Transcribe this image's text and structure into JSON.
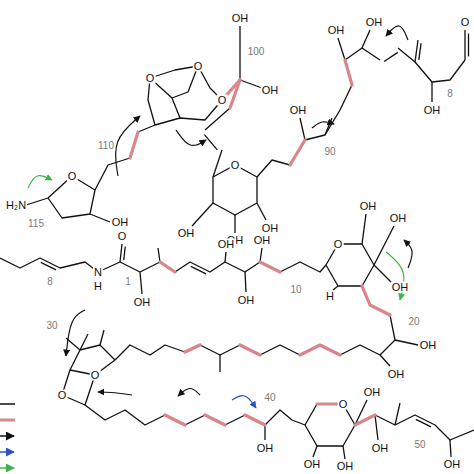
{
  "diagram": {
    "labels": [
      "OH",
      "100",
      "O",
      "O",
      "O",
      "110",
      "O",
      "H₂N",
      "115",
      "OH",
      "OH",
      "O",
      "OH",
      "OH",
      "OH",
      "OH",
      "90",
      "OH",
      "OH",
      "8",
      "OH",
      "O",
      "8",
      "N",
      "H",
      "O",
      "1",
      "OH",
      "OH",
      "OH",
      "OH",
      "10",
      "O",
      "OH",
      "OH",
      "H",
      "OH",
      "20",
      "OH",
      "OH",
      "30",
      "O",
      "O",
      "40",
      "OH",
      "O",
      "OH",
      "OH",
      "OH",
      "OH",
      "50",
      "OH"
    ]
  }
}
